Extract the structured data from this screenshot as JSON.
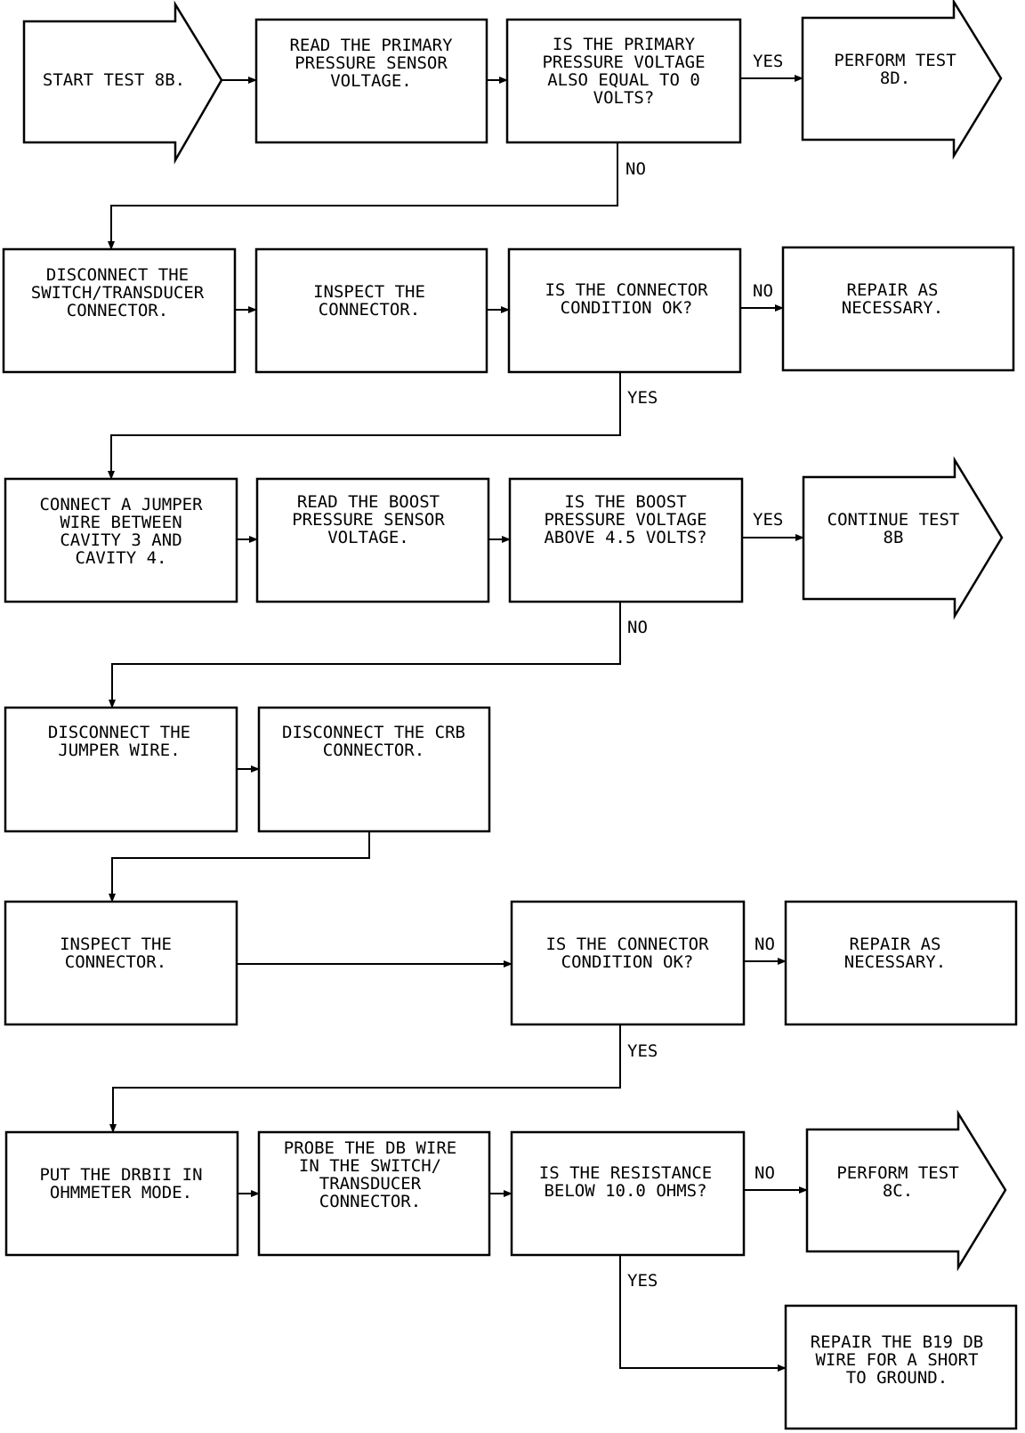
{
  "nodes": {
    "start": {
      "lines": [
        "START TEST 8B."
      ]
    },
    "read_primary": {
      "lines": [
        "READ THE PRIMARY",
        "PRESSURE SENSOR",
        "VOLTAGE."
      ]
    },
    "q_primary": {
      "lines": [
        "IS THE PRIMARY",
        "PRESSURE VOLTAGE",
        "ALSO EQUAL TO 0",
        "VOLTS?"
      ]
    },
    "perform_8d": {
      "lines": [
        "PERFORM TEST",
        "8D."
      ]
    },
    "disconnect_switch": {
      "lines": [
        "DISCONNECT THE",
        "SWITCH/TRANSDUCER",
        "CONNECTOR."
      ]
    },
    "inspect1": {
      "lines": [
        "INSPECT THE",
        "CONNECTOR."
      ]
    },
    "q_conn1": {
      "lines": [
        "IS THE CONNECTOR",
        "CONDITION OK?"
      ]
    },
    "repair1": {
      "lines": [
        "REPAIR AS",
        "NECESSARY."
      ]
    },
    "jumper": {
      "lines": [
        "CONNECT A JUMPER",
        "WIRE BETWEEN",
        "CAVITY 3 AND",
        "CAVITY 4."
      ]
    },
    "read_boost": {
      "lines": [
        "READ THE BOOST",
        "PRESSURE SENSOR",
        "VOLTAGE."
      ]
    },
    "q_boost": {
      "lines": [
        "IS THE BOOST",
        "PRESSURE VOLTAGE",
        "ABOVE 4.5 VOLTS?"
      ]
    },
    "continue_8b": {
      "lines": [
        "CONTINUE TEST",
        "8B"
      ]
    },
    "disconnect_jumper": {
      "lines": [
        "DISCONNECT THE",
        "JUMPER WIRE."
      ]
    },
    "disconnect_crb": {
      "lines": [
        "DISCONNECT THE CRB",
        "CONNECTOR."
      ]
    },
    "inspect2": {
      "lines": [
        "INSPECT THE",
        "CONNECTOR."
      ]
    },
    "q_conn2": {
      "lines": [
        "IS THE CONNECTOR",
        "CONDITION OK?"
      ]
    },
    "repair2": {
      "lines": [
        "REPAIR AS",
        "NECESSARY."
      ]
    },
    "drbii": {
      "lines": [
        "PUT THE DRBII IN",
        "OHMMETER MODE."
      ]
    },
    "probe": {
      "lines": [
        "PROBE THE DB WIRE",
        "IN THE SWITCH/",
        "TRANSDUCER",
        "CONNECTOR."
      ]
    },
    "q_resist": {
      "lines": [
        "IS THE RESISTANCE",
        "BELOW 10.0 OHMS?"
      ]
    },
    "perform_8c": {
      "lines": [
        "PERFORM TEST",
        "8C."
      ]
    },
    "repair_b19": {
      "lines": [
        "REPAIR THE B19 DB",
        "WIRE FOR A SHORT",
        "TO GROUND."
      ]
    }
  },
  "labels": {
    "yes1": "YES",
    "no1": "NO",
    "no2": "NO",
    "yes2": "YES",
    "yes3": "YES",
    "no3": "NO",
    "no4": "NO",
    "yes4": "YES",
    "no5": "NO",
    "yes5": "YES"
  },
  "colors": {
    "line": "#000000",
    "background": "#ffffff"
  }
}
